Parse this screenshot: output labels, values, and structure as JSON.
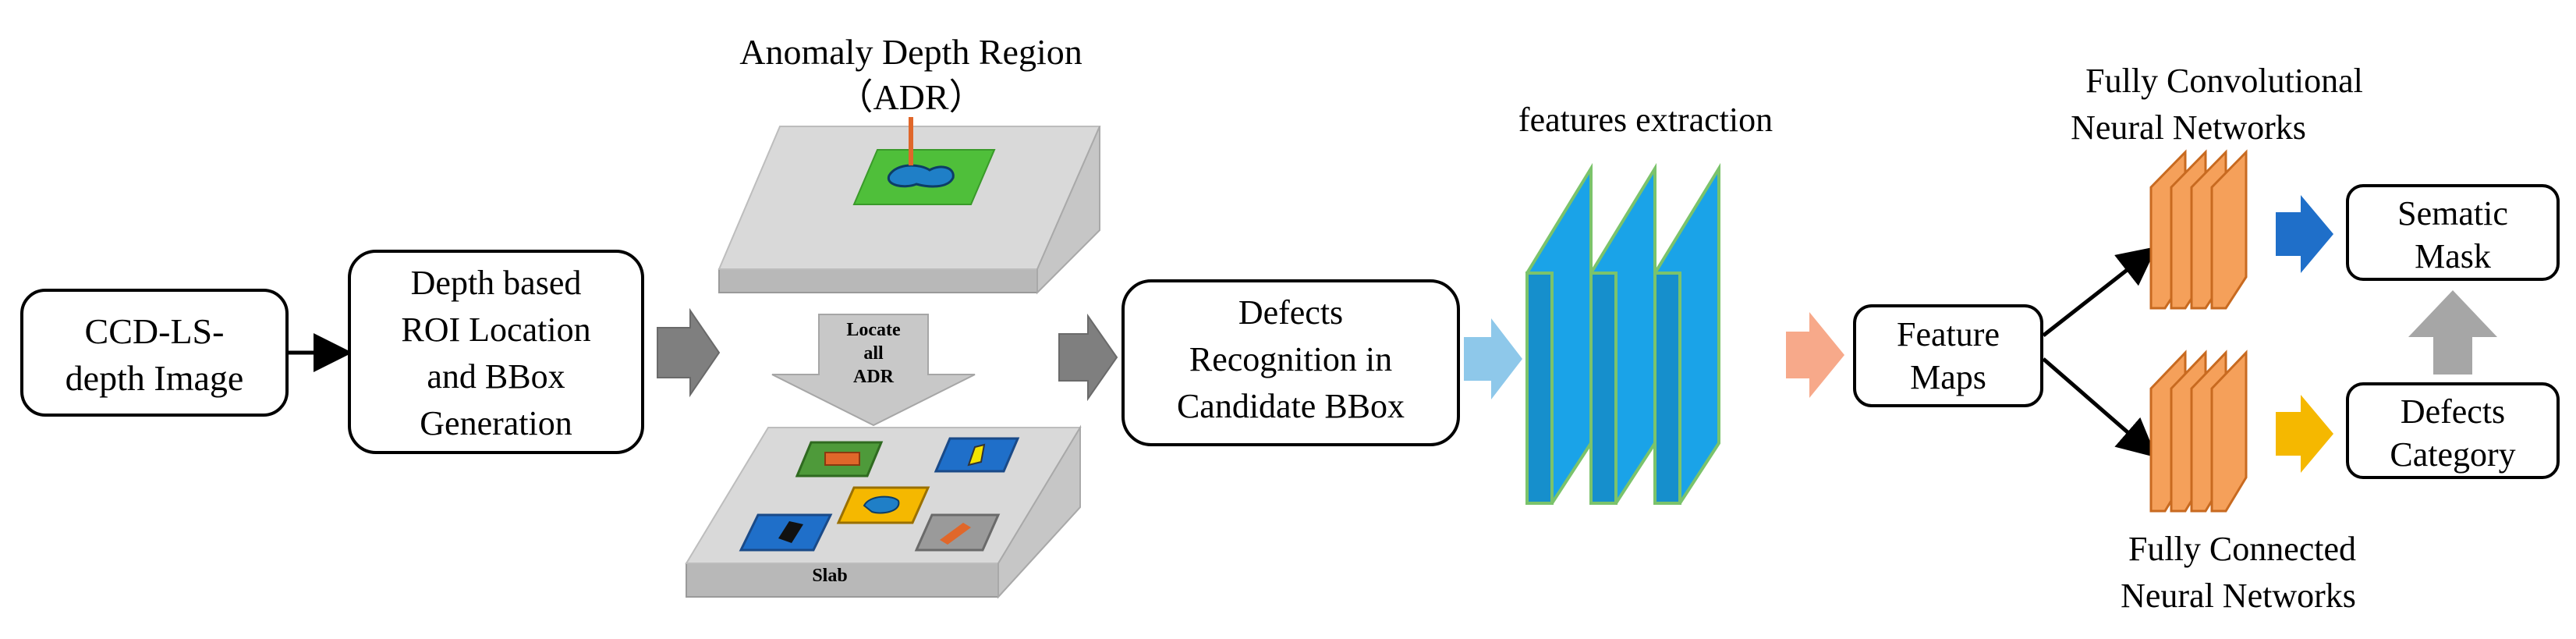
{
  "nodes": {
    "input": {
      "line1": "CCD-LS-",
      "line2": "depth Image"
    },
    "roi": {
      "line1": "Depth based",
      "line2": "ROI Location",
      "line3": "and BBox",
      "line4": "Generation"
    },
    "adr_title": {
      "line1": "Anomaly Depth Region",
      "line2": "（ADR）"
    },
    "locate": {
      "line1": "Locate",
      "line2": "all",
      "line3": "ADR"
    },
    "slab": "Slab",
    "defects_recognition": {
      "line1": "Defects",
      "line2": "Recognition in",
      "line3": "Candidate BBox"
    },
    "features_extraction": "features extraction",
    "feature_maps": {
      "line1": "Feature",
      "line2": "Maps"
    },
    "fcn_label": {
      "line1": "Fully Convolutional",
      "line2": "Neural  Networks"
    },
    "fc_label": {
      "line1": "Fully Connected",
      "line2": "Neural  Networks"
    },
    "semantic_mask": {
      "line1": "Sematic",
      "line2": "Mask"
    },
    "defects_category": {
      "line1": "Defects",
      "line2": "Category"
    }
  },
  "colors": {
    "slab_top": "#d9d9d9",
    "slab_side": "#b8b8b8",
    "adr_green": "#4fbf3a",
    "adr_blue": "#1f7fc7",
    "arrow_orange": "#e0672a",
    "feature_blue": "#1aa3e8",
    "feature_edge": "#7bc36b",
    "orange_layer": "#f5a05a",
    "light_blue_arrow": "#8ec8ea",
    "salmon_arrow": "#f7a98a",
    "blue_arrow": "#1f6fc9",
    "yellow_arrow": "#f5b800",
    "gray_arrow": "#a6a6a6",
    "dark_gray_arrow": "#7f7f7f"
  }
}
